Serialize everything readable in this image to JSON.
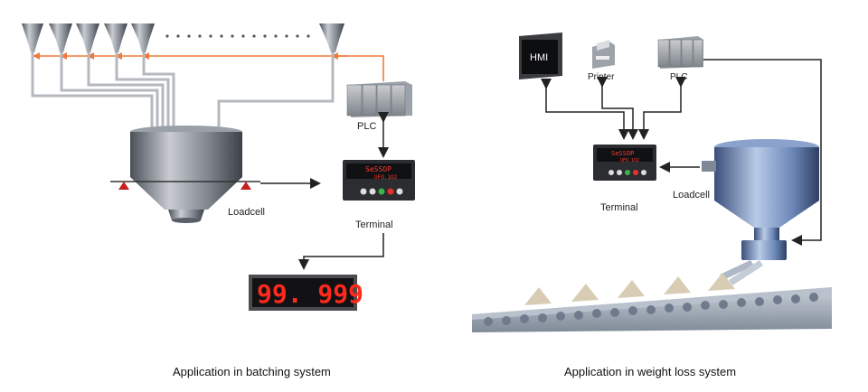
{
  "left": {
    "plc_label": "PLC",
    "loadcell_label": "Loadcell",
    "terminal_label": "Terminal",
    "terminal_line1": "SeSSOP",
    "terminal_line2": "UFO.1O2",
    "big_display_value": "99. 999",
    "caption": "Application in batching system"
  },
  "right": {
    "hmi_label": "HMI",
    "printer_label": "Printer",
    "plc_label": "PLC",
    "loadcell_label": "Loadcell",
    "terminal_label": "Terminal",
    "terminal_line1": "SeSSOP",
    "terminal_line2": "UFO.1O2",
    "caption": "Application in weight loss system"
  },
  "colors": {
    "feed_arrow": "#f07a3a",
    "signal_line": "#222222",
    "led_red": "#ff2a1a",
    "hopper_metal": "#8a8f99",
    "hopper_blue": "#6a86b6"
  }
}
